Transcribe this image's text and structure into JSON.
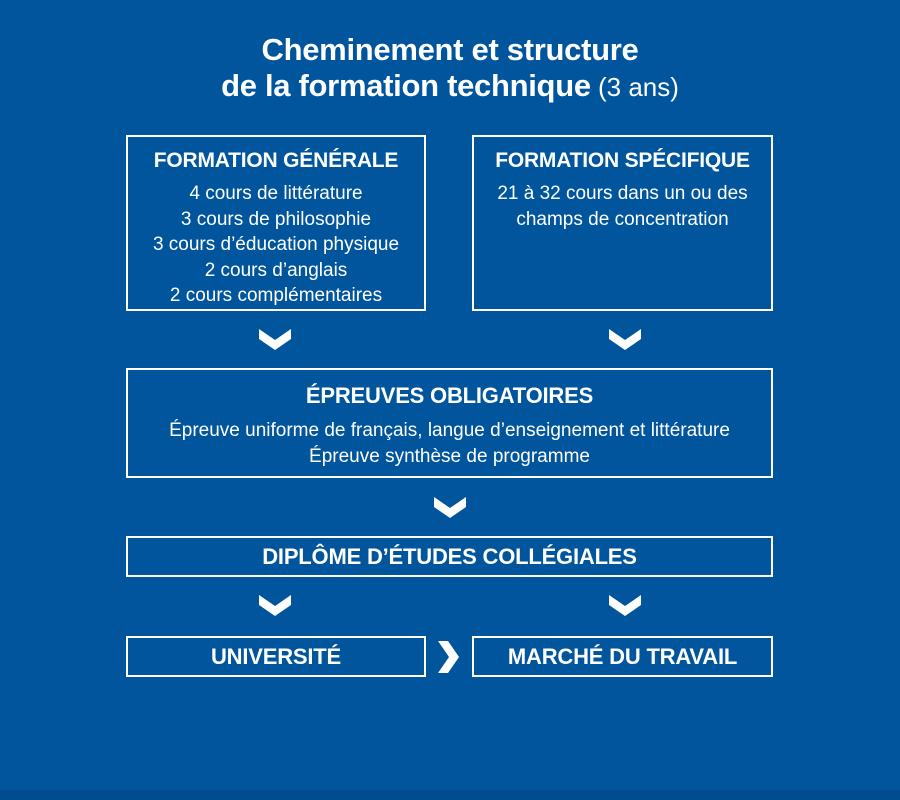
{
  "theme": {
    "background": "#00559C",
    "footer_strip": "#004C8F",
    "text": "#FFFFFF",
    "box_border": "#FFFFFF"
  },
  "title": {
    "line1": "Cheminement et structure",
    "line2_bold": "de la formation technique",
    "line2_suffix": " (3 ans)"
  },
  "formation_generale": {
    "heading": "FORMATION GÉNÉRALE",
    "items": [
      "4 cours de littérature",
      "3 cours de philosophie",
      "3 cours d’éducation physique",
      "2 cours d’anglais",
      "2 cours complémentaires"
    ]
  },
  "formation_specifique": {
    "heading": "FORMATION SPÉCIFIQUE",
    "lines": [
      "21 à 32 cours dans un ou des",
      "champs de concentration"
    ]
  },
  "epreuves_obligatoires": {
    "heading": "ÉPREUVES OBLIGATOIRES",
    "lines": [
      "Épreuve uniforme de français, langue d’enseignement et littérature",
      "Épreuve synthèse de programme"
    ]
  },
  "diplome": {
    "label": "DIPLÔME D’ÉTUDES COLLÉGIALES"
  },
  "universite": {
    "label": "UNIVERSITÉ"
  },
  "marche_du_travail": {
    "label": "MARCHÉ DU TRAVAIL"
  },
  "icons": {
    "down_arrow": "chevron-down",
    "right_arrow": "chevron-right"
  }
}
